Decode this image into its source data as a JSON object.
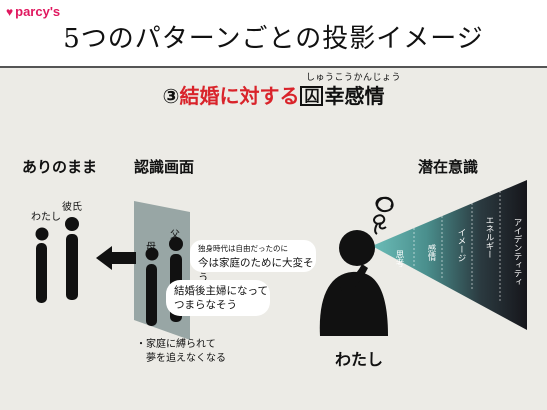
{
  "brand": {
    "logo_text": "parcy's",
    "accent_color": "#e0185f"
  },
  "title": "5つのパターンごとの投影イメージ",
  "subtitle": {
    "number": "③",
    "red_part": "結婚に対する",
    "boxed_char": "囚",
    "rest": "幸感情",
    "ruby": "しゅうこうかんじょう"
  },
  "sections": {
    "as_is": "ありのまま",
    "cognitive_screen": "認識画面",
    "subconscious": "潜在意識"
  },
  "figures": {
    "me_left": "わたし",
    "boyfriend": "彼氏",
    "mother": "母",
    "father": "父",
    "me_center": "わたし"
  },
  "bubbles": {
    "top_small": "独身時代は自由だったのに",
    "top_main": "今は家庭のために大変そう",
    "bottom": "結婚後主婦になって\nつまらなそう"
  },
  "note": "・家庭に縛られて\n　夢を追えなくなる",
  "beam_labels": [
    "思考",
    "感情",
    "イメージ",
    "エネルギー",
    "アイデンティティ"
  ],
  "colors": {
    "title_red": "#d9232a",
    "beam_teal": "#5fb0ad",
    "beam_dark": "#1d1d22"
  }
}
